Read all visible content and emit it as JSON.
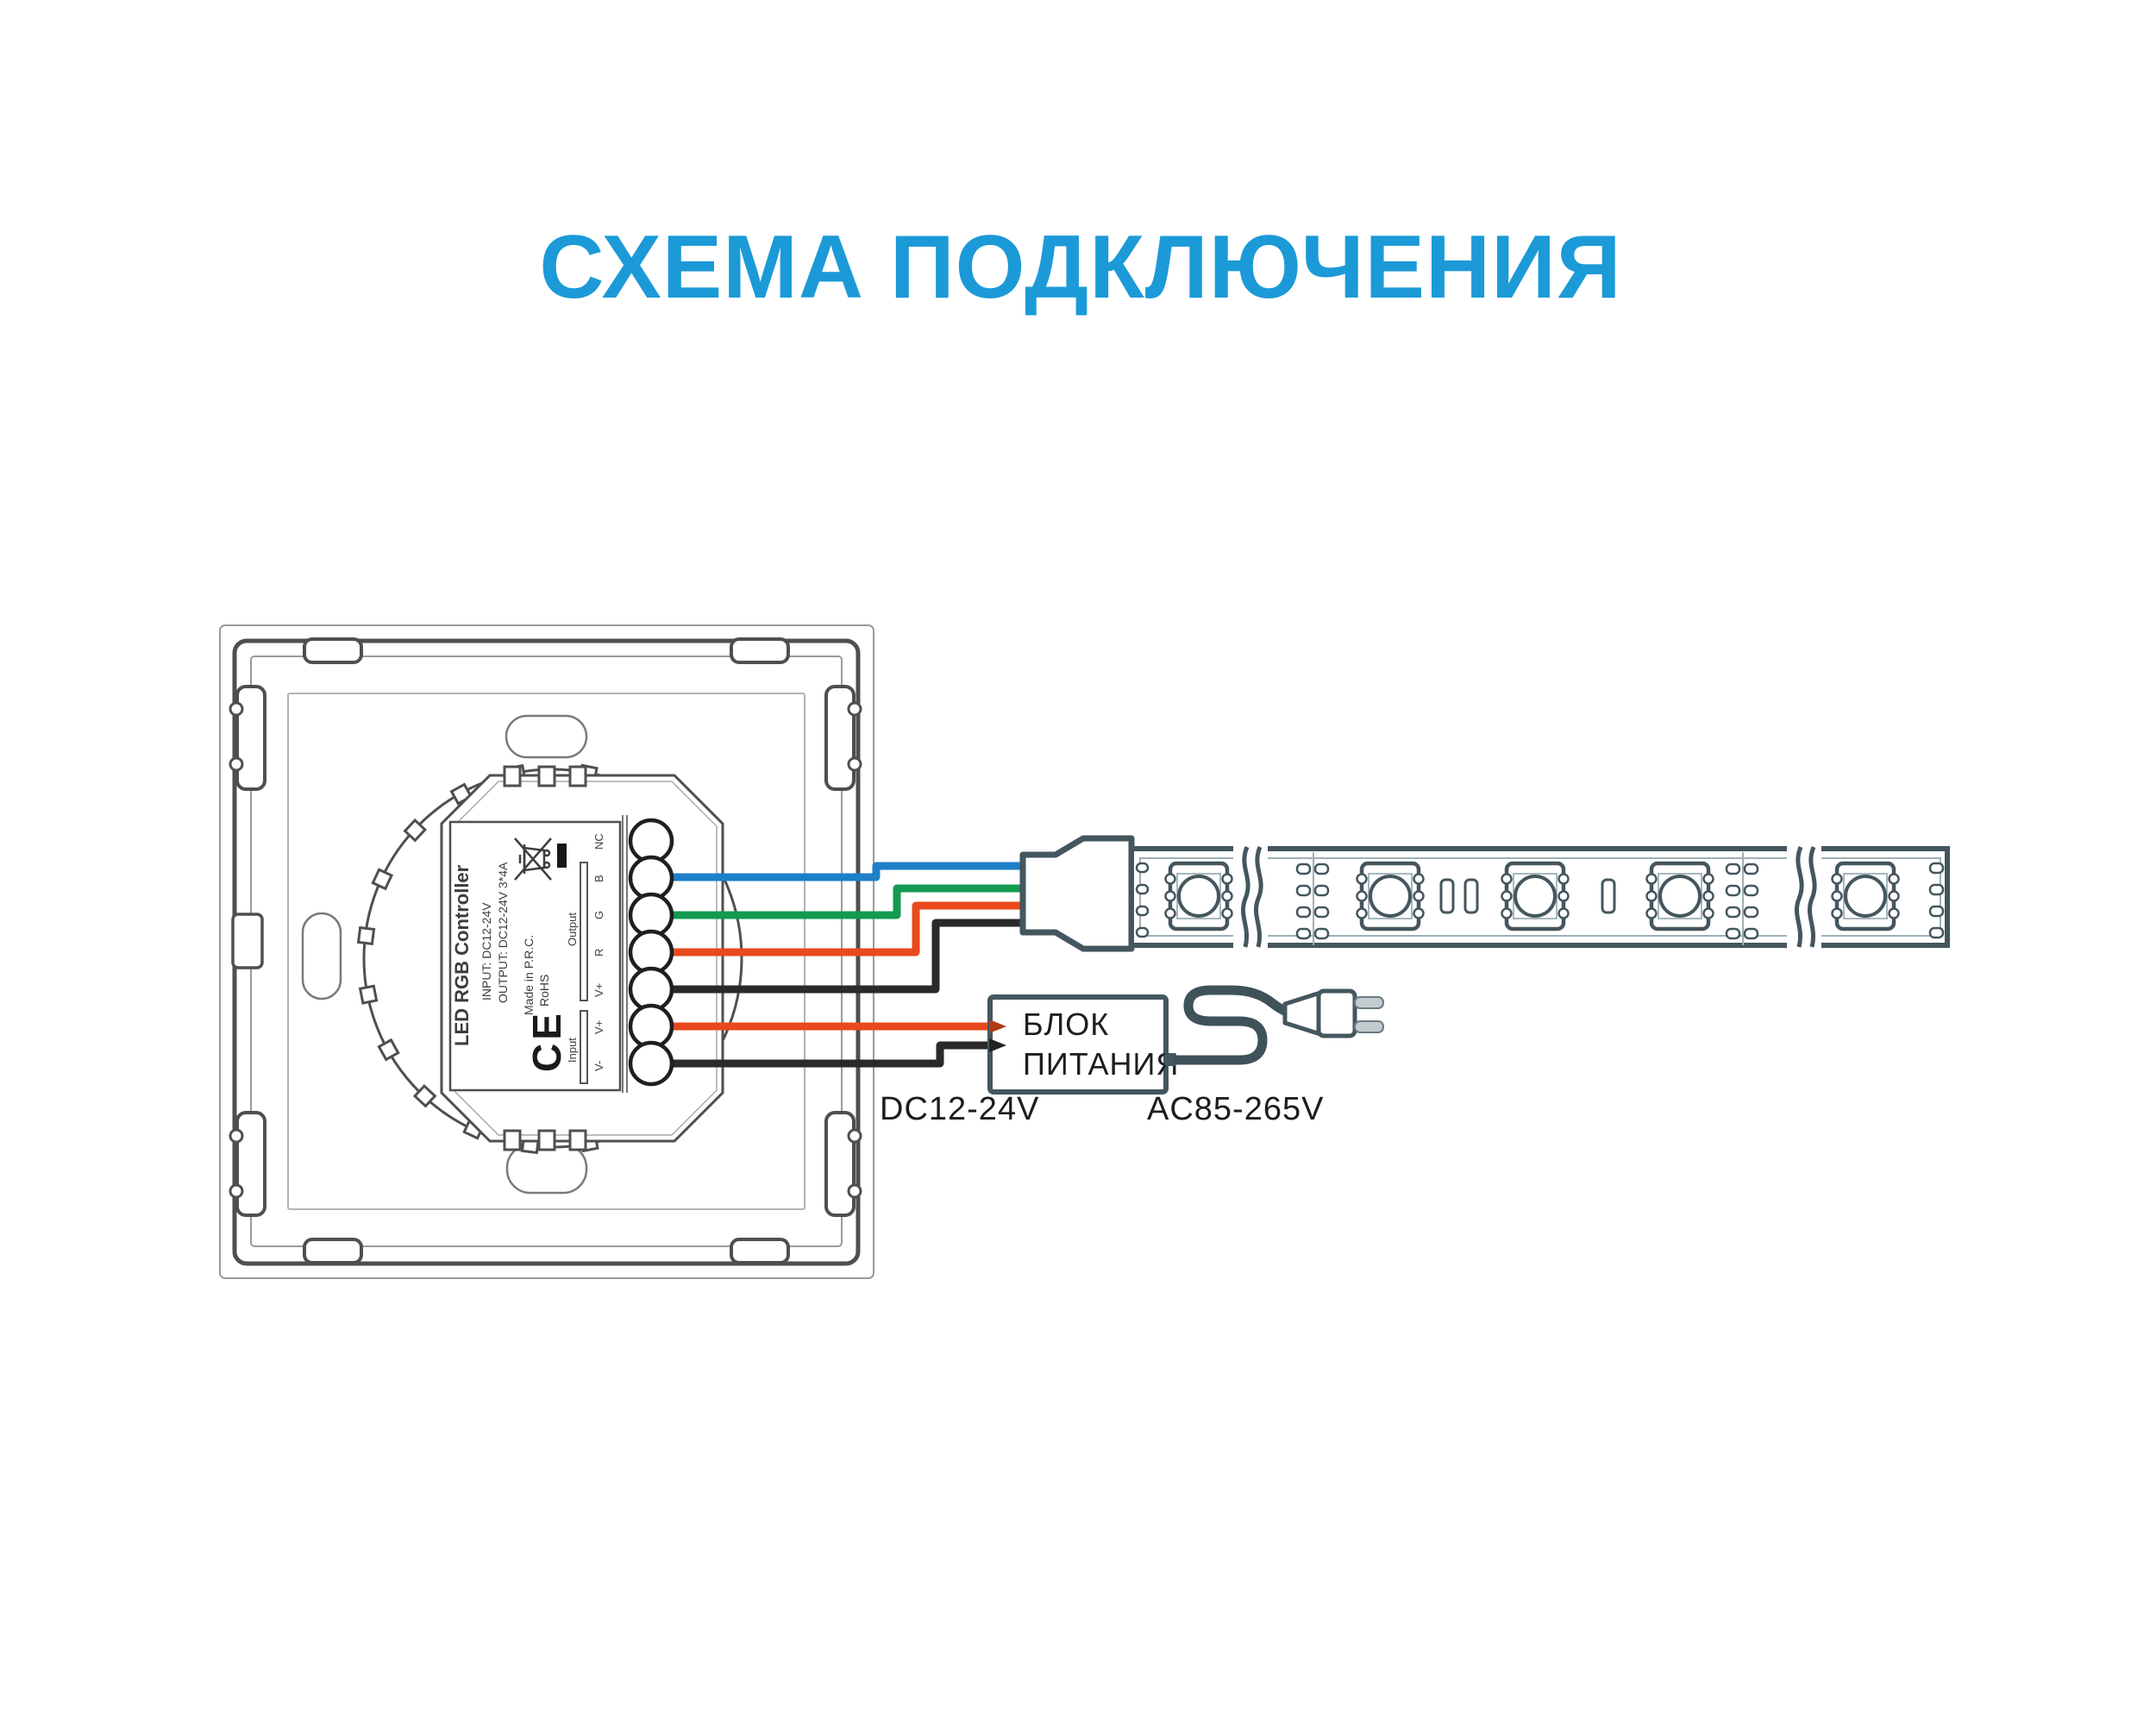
{
  "title": {
    "text": "СХЕМА ПОДКЛЮЧЕНИЯ",
    "color": "#1b9ad7"
  },
  "controller": {
    "label": {
      "product": "LED RGB Controller",
      "input": "INPUT: DC12-24V",
      "output": "OUTPUT: DC12-24V 3*4A",
      "made_in": "Made in P.R.C.",
      "rohs": "RoHS",
      "ce": "CE"
    },
    "terminal_groups": {
      "output": "Output",
      "input": "Input"
    },
    "terminals": [
      {
        "label": "NC",
        "wire": "none"
      },
      {
        "label": "B",
        "wire": "blue"
      },
      {
        "label": "G",
        "wire": "green"
      },
      {
        "label": "R",
        "wire": "red"
      },
      {
        "label": "V+",
        "wire": "black"
      },
      {
        "label": "V+",
        "wire": "red"
      },
      {
        "label": "V-",
        "wire": "black"
      }
    ]
  },
  "power_supply": {
    "name_line1": "БЛОК",
    "name_line2": "ПИТАНИЯ",
    "dc_rating": "DC12-24V",
    "ac_rating": "AC85-265V"
  },
  "wire_colors": {
    "blue": "#1d7fc8",
    "green": "#149a52",
    "red": "#e8491d",
    "black": "#2a2a2a"
  },
  "line_colors": {
    "panel": "#4f4f4f",
    "panel_thin": "#9a9a9a",
    "device": "#44565e",
    "device_thin": "#9fb0b5"
  },
  "icons": {
    "weee": "weee-crossed-bin-icon",
    "ce": "ce-mark",
    "plug": "power-plug-icon"
  }
}
